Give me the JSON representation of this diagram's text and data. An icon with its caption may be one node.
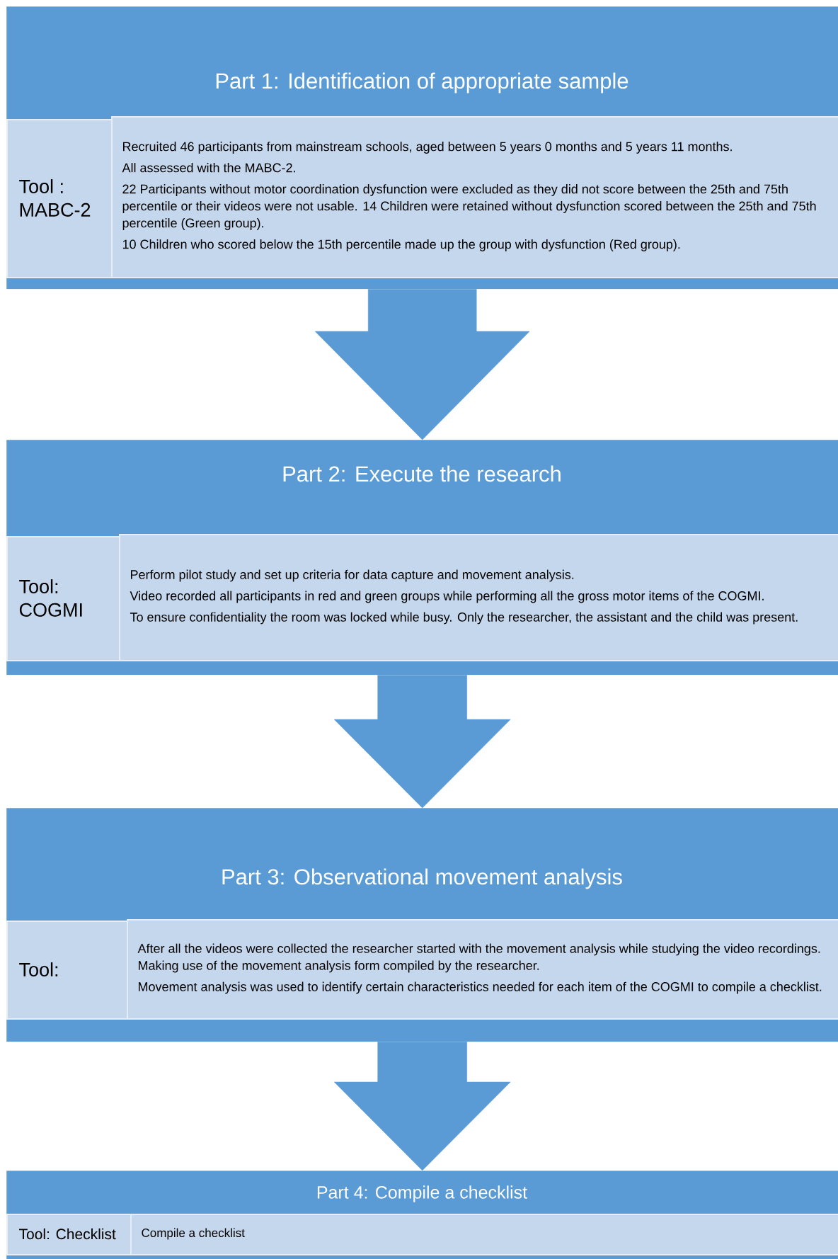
{
  "diagram": {
    "nodes": [
      {
        "text": [
          "Part 1: Identification of appropriate sample"
        ]
      },
      {
        "text": [
          "Tool : MABC-2"
        ],
        "in": 0
      },
      {
        "text": [
          "Recruited 46 participants from mainstream schools, aged between 5 years 0 months and 5 years 11 months.",
          "All assessed with the MABC-2.",
          "22 Participants without motor coordination dysfunction were excluded as they did not score between the 25th and 75th percentile or their videos were not usable.  14 Children were retained without dysfunction scored between the 25th and 75th percentile (Green group).",
          "10 Children who scored below the 15th percentile made up the group with dysfunction (Red group)."
        ],
        "in": 0
      },
      {
        "text": [
          "Part 2: Execute the research"
        ]
      },
      {
        "text": [
          "Tool: COGMI"
        ],
        "in": 3
      },
      {
        "text": [
          "Perform pilot study and set up criteria for data capture and movement analysis.",
          "Video recorded all participants in red and green groups while performing all the gross motor items of the COGMI.",
          "To ensure confidentiality the room was locked while busy.  Only the researcher, the assistant and the child was present."
        ],
        "in": 3
      },
      {
        "text": [
          "Part 3: Observational movement analysis"
        ]
      },
      {
        "text": [
          "Tool:"
        ],
        "in": 6
      },
      {
        "text": [
          "After all the videos were collected the researcher started with the movement analysis while studying the video recordings.  Making use of the movement analysis form compiled by the researcher.",
          "Movement analysis was used to identify certain characteristics needed for each item of the COGMI to compile a checklist."
        ],
        "in": 6
      },
      {
        "text": [
          "Part 4: Compile a checklist"
        ]
      },
      {
        "text": [
          "Tool: Checklist"
        ],
        "in": 9
      },
      {
        "text": [
          "Compile a checklist"
        ],
        "in": 9
      }
    ],
    "edges": [
      {
        "from": 0,
        "to": 3,
        "arrow": "to"
      },
      {
        "from": 3,
        "to": 6,
        "arrow": "to"
      },
      {
        "from": 6,
        "to": 9,
        "arrow": "to"
      }
    ]
  }
}
